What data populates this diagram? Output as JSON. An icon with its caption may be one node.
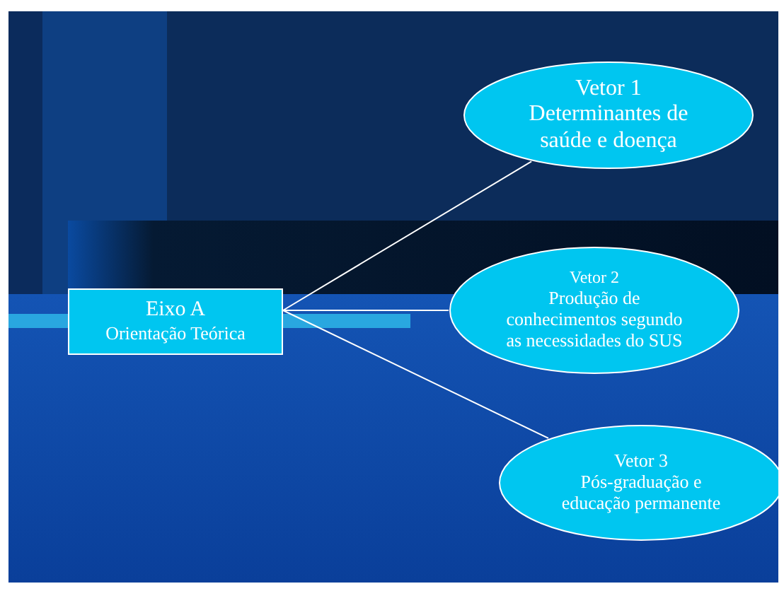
{
  "diagram": {
    "nodes": [
      {
        "text": [
          "Eixo A",
          "Orientação Teórica"
        ]
      },
      {
        "text": [
          "Vetor 1",
          "Determinantes de saúde e doença"
        ]
      },
      {
        "text": [
          "Vetor 2",
          "Produção de conhecimentos segundo as necessidades do SUS"
        ]
      },
      {
        "text": [
          "Vetor 3",
          "Pós-graduação e educação permanente"
        ]
      }
    ],
    "edges": [
      {
        "from": 0,
        "to": 1,
        "arrow": "none"
      },
      {
        "from": 0,
        "to": 2,
        "arrow": "none"
      },
      {
        "from": 0,
        "to": 3,
        "arrow": "none"
      }
    ]
  }
}
